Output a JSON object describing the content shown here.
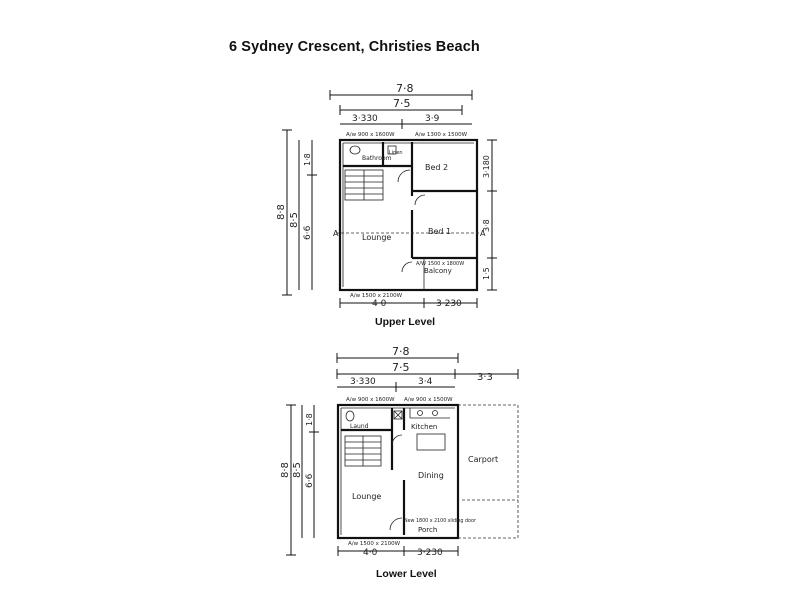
{
  "title": "6 Sydney Crescent, Christies Beach",
  "colors": {
    "ink": "#111111",
    "background": "#ffffff"
  },
  "upper": {
    "label": "Upper Level",
    "dims": {
      "top_total": "7·8",
      "top_inner": "7·5",
      "top_left": "3·330",
      "top_right": "3·9",
      "left_outer": "8·8",
      "left_inner": "8·5",
      "left_top": "1·8",
      "left_bottom": "6·6",
      "right_top": "3·180",
      "right_mid": "3·8",
      "right_bottom": "1·5",
      "bottom_left": "4·0",
      "bottom_right": "3·230"
    },
    "windows": {
      "top_left": "A/w 900 x 1600W",
      "top_right": "A/w 1300 x 1500W",
      "bottom": "A/w 1500 x 2100W",
      "balcony": "A/W 1500 x 1800W"
    },
    "rooms": {
      "bathroom": "Bathroom",
      "linen": "Linen",
      "bed2": "Bed 2",
      "bed1": "Bed 1",
      "lounge": "Lounge",
      "balcony": "Balcony"
    }
  },
  "lower": {
    "label": "Lower Level",
    "dims": {
      "top_total": "7·8",
      "top_inner": "7·5",
      "top_left": "3·330",
      "top_right": "3·4",
      "carport_width": "3·3",
      "left_outer": "8·8",
      "left_inner": "8·5",
      "left_top": "1·8",
      "left_bottom": "6·6",
      "bottom_left": "4·0",
      "bottom_right": "3·230"
    },
    "windows": {
      "top_left": "A/w 900 x 1600W",
      "top_right": "A/w 900 x 1500W",
      "bottom": "A/w 1500 x 2100W",
      "porch": "New 1800 x 2100 sliding door"
    },
    "rooms": {
      "laundry": "Laund",
      "kitchen": "Kitchen",
      "dining": "Dining",
      "lounge": "Lounge",
      "carport": "Carport",
      "porch": "Porch"
    }
  }
}
